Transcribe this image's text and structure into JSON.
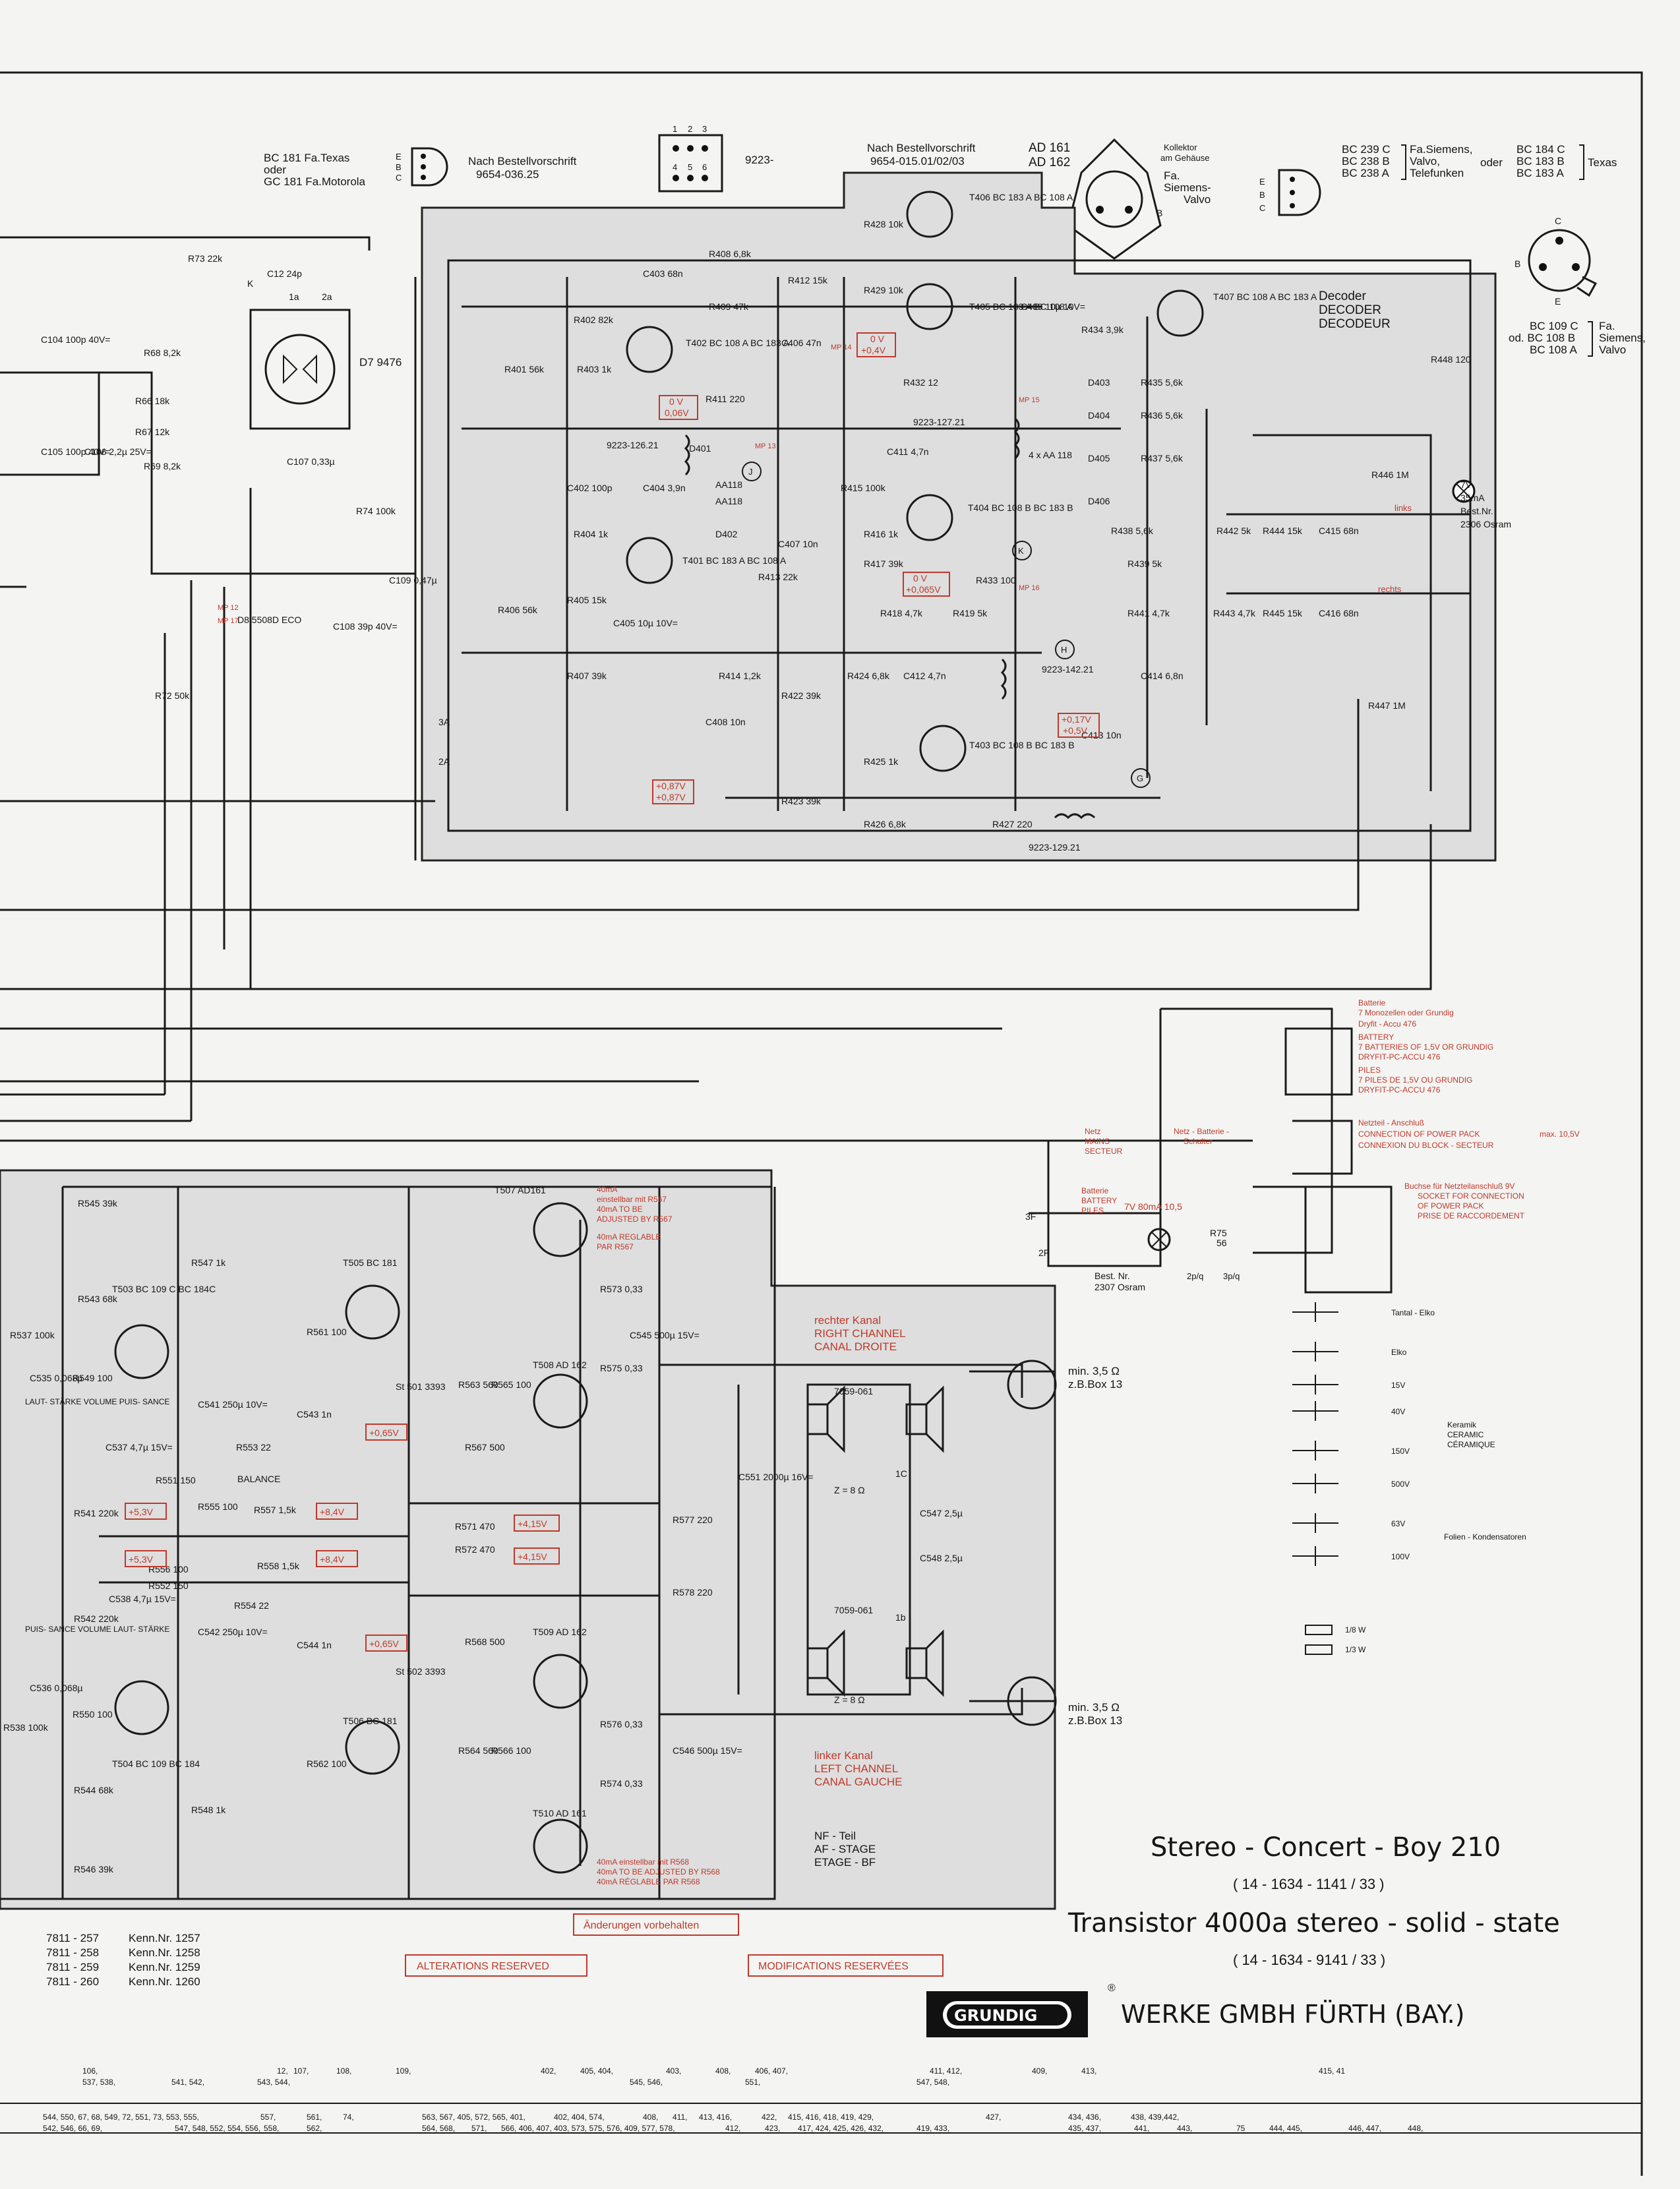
{
  "colors": {
    "paper": "#f4f4f2",
    "ink": "#151515",
    "shade": "#dedede",
    "annotation": "#c0392b",
    "lamp": "#ffffff"
  },
  "pinouts": {
    "bc181_line1": "BC 181 Fa.Texas",
    "bc181_line2": "oder",
    "bc181_line3": "GC 181 Fa.Motorola",
    "pins_ebc": [
      "E",
      "B",
      "C"
    ],
    "bestell_1": "Nach Bestellvorschrift",
    "bestell_1_num": "9654-036.25",
    "ic_pins": [
      "1",
      "2",
      "3",
      "4",
      "5",
      "6"
    ],
    "ic_label": "9223-",
    "bestell_2": "Nach Bestellvorschrift",
    "bestell_2_num": "9654-015.01/02/03",
    "ad161": "AD 161",
    "ad162": "AD 162",
    "kollektor": "Kollektor",
    "am_gehaeuse": "am Gehäuse",
    "fa_siemens": "Fa.",
    "siemens_valvo_1": "Siemens-",
    "siemens_valvo_2": "Valvo",
    "bc239c": "BC 239 C",
    "bc238b": "BC 238 B",
    "bc238a": "BC 238 A",
    "fa_siemens_2": "Fa.Siemens,",
    "valvo": "Valvo,",
    "telefunken": "Telefunken",
    "oder": "oder",
    "bc184c": "BC 184 C",
    "bc183b": "BC 183 B",
    "bc183a": "BC 183 A",
    "texas": "Texas",
    "bc109c": "BC 109 C",
    "bc108b": "od. BC 108 B",
    "bc108a": "BC 108 A",
    "fa_siemens_valvo": [
      "Fa.",
      "Siemens,",
      "Valvo"
    ]
  },
  "decoder": {
    "title_1": "Decoder",
    "title_2": "DECODER",
    "title_3": "DECODEUR",
    "coils": [
      "9223-126.21",
      "9223-127.21",
      "9223-142.21",
      "9223-129.21"
    ],
    "components": [
      "R428 10k",
      "T406 BC 183 A BC 108 A",
      "R408 6,8k",
      "C403 68n",
      "R412 15k",
      "R409 47k",
      "R402 82k",
      "T402 BC 108 A BC 183 A",
      "C406 47n",
      "R429 10k",
      "T405 BC 183 A BC 108 A",
      "C409 10µ 10V=",
      "R434 3,9k",
      "T407 BC 108 A BC 183 A",
      "R432 12",
      "R401 56k",
      "R403 1k",
      "R411 220",
      "D403",
      "R435 5,6k",
      "D404",
      "R436 5,6k",
      "4 x AA 118",
      "D405",
      "R437 5,6k",
      "D406",
      "R446 1M",
      "C402 100p",
      "C404 3,9n",
      "D401",
      "AA118",
      "AA118",
      "D402",
      "R415 100k",
      "C411 4,7n",
      "T404 BC 108 B BC 183 B",
      "R438 5,6k",
      "R439 5k",
      "R442 5k",
      "R444 15k",
      "C415 68n",
      "R404 1k",
      "T401 BC 183 A BC 108 A",
      "C407 10n",
      "R416 1k",
      "R417 39k",
      "R413 22k",
      "R433 100",
      "R441 4,7k",
      "R443 4,7k",
      "R445 15k",
      "C416 68n",
      "R406 56k",
      "R405 15k",
      "C405 10µ 10V=",
      "R418 4,7k",
      "R419 5k",
      "R448 120",
      "R447 1M",
      "R407 39k",
      "R414 1,2k",
      "R422 39k",
      "R424 6,8k",
      "C412 4,7n",
      "C414 6,8n",
      "C408 10n",
      "R425 1k",
      "T403 BC 108 B BC 183 B",
      "C413 10n",
      "R423 39k",
      "R426 6,8k",
      "R427 220"
    ],
    "mp_labels": [
      "MP 14",
      "MP 13",
      "MP 15",
      "MP 16",
      "MP 12"
    ],
    "test_points": [
      "J",
      "K",
      "H",
      "G"
    ],
    "voltages": [
      "0 V",
      "+0,4V",
      "0 V",
      "0,06V",
      "0 V",
      "+0,065V",
      "+0,17V",
      "+0,5V",
      "+0,87V",
      "+0,87V"
    ],
    "switch": [
      "3A",
      "2A"
    ],
    "lamp": [
      "7V",
      "35mA",
      "Best.Nr.",
      "2306 Osram"
    ],
    "links": "links",
    "rechts": "rechts"
  },
  "left_input": {
    "components": [
      "R73 22k",
      "C12 24p",
      "1a",
      "2a",
      "D7 9476",
      "C104 100p 40V=",
      "R68 8,2k",
      "R66 18k",
      "R67 12k",
      "R69 8,2k",
      "C105 100p 40V=",
      "C106 2,2µ 25V=",
      "C107 0,33µ",
      "R74 100k",
      "C109 0,47µ",
      "MP 17",
      "D8 5508D ECO",
      "C108 39p 40V=",
      "R72 50k"
    ],
    "k": "K"
  },
  "power": {
    "battery_de_1": "Batterie",
    "battery_de_2": "7 Monozellen oder Grundig",
    "battery_de_3": "Dryfit - Accu  476",
    "battery_en_1": "BATTERY",
    "battery_en_2": "7 BATTERIES OF 1,5V OR GRUNDIG",
    "battery_en_3": "DRYFIT-PC-ACCU 476",
    "battery_fr_1": "PILES",
    "battery_fr_2": "7 PILES DE 1,5V OU GRUNDIG",
    "battery_fr_3": "DRYFIT-PC-ACCU 476",
    "netzteil_1": "Netzteil - Anschluß",
    "netzteil_2": "CONNECTION OF POWER PACK",
    "netzteil_3": "CONNEXION DU BLOCK - SECTEUR",
    "max": "max. 10,5V",
    "netz": [
      "Netz",
      "MAINS",
      "SECTEUR"
    ],
    "netz_batterie": [
      "Netz - Batterie -",
      "Schalter"
    ],
    "battery_small": [
      "Batterie",
      "BATTERY",
      "PILES"
    ],
    "current": "7V  80mA  10,5",
    "r75": [
      "R75",
      "56"
    ],
    "switch_3f_2f": [
      "3F",
      "2F"
    ],
    "lamp2": [
      "Best. Nr.",
      "2307 Osram"
    ],
    "pq": [
      "2p/q",
      "3p/q"
    ],
    "buchse": [
      "Buchse für Netzteilanschluß 9V",
      "SOCKET FOR CONNECTION",
      "OF POWER PACK",
      "PRISE DE RACCORDEMENT"
    ]
  },
  "legend": {
    "items": [
      "Tantal - Elko",
      "Elko",
      "15V",
      "40V",
      "150V",
      "500V",
      "63V",
      "100V"
    ],
    "keramik": [
      "Keramik",
      "CERAMIC",
      "CÉRAMIQUE"
    ],
    "folien": "Folien - Kondensatoren",
    "wattage": [
      "1/8 W",
      "1/3 W"
    ]
  },
  "amp": {
    "right_channel": [
      "rechter Kanal",
      "RIGHT CHANNEL",
      "CANAL DROITE"
    ],
    "left_channel": [
      "linker Kanal",
      "LEFT CHANNEL",
      "CANAL GAUCHE"
    ],
    "nf_teil": [
      "NF - Teil",
      "AF - STAGE",
      "ETAGE - BF"
    ],
    "speaker_top": [
      "min. 3,5 Ω",
      "z.B.Box 13"
    ],
    "speaker_bottom": [
      "min. 3,5 Ω",
      "z.B.Box 13"
    ],
    "box1": [
      "7059-061",
      "Z = 8 Ω"
    ],
    "box2": [
      "7059-061",
      "Z = 8 Ω"
    ],
    "t507_note": [
      "40mA",
      "einstellbar mit R567",
      "40mA TO BE",
      "ADJUSTED BY R567",
      "40mA REGLABLE",
      "PAR R567"
    ],
    "t510_note": [
      "40mA einstellbar mit R568",
      "40mA TO BE ADJUSTED BY R568",
      "40mA RÉGLABLE PAR R568"
    ],
    "components": [
      "R545 39k",
      "R547 1k",
      "T503 BC 109 C BC 184C",
      "R543 68k",
      "R537 100k",
      "C535 0,068µ",
      "R549 100",
      "LAUT- STÄRKE VOLUME PUIS- SANCE",
      "C537 4,7µ 15V=",
      "C541 250µ 10V=",
      "R553 22",
      "BALANCE",
      "R551 150",
      "R555 100",
      "R557 1,5k",
      "R541 220k",
      "T505 BC 181",
      "R561 100",
      "C543 1n",
      "T507 AD161",
      "R573 0,33",
      "C545 500µ 15V=",
      "R563 560",
      "R565 100",
      "St 501 3393",
      "T508 AD 162",
      "R575 0,33",
      "R567 500",
      "R571 470",
      "R577 220",
      "C551 2000µ 16V=",
      "C547 2,5µ",
      "C548 2,5µ",
      "R558 1,5k",
      "R556 100",
      "R552 150",
      "C538 4,7µ 15V=",
      "R554 22",
      "R542 220k",
      "R572 470",
      "R578 220",
      "C542 250µ 10V=",
      "C544 1n",
      "R568 500",
      "St 502 3393",
      "T509 AD 162",
      "R576 0,33",
      "C536 0,068µ",
      "R550 100",
      "R538 100k",
      "T506 BC 181",
      "R562 100",
      "R564 560",
      "R566 100",
      "C546 500µ 15V=",
      "T504 BC 109 BC 184",
      "R544 68k",
      "R548 1k",
      "R574 0,33",
      "T510 AD 161",
      "R546 39k",
      "PUIS- SANCE VOLUME LAUT- STÄRKE",
      "1C",
      "1b"
    ],
    "voltages": [
      "+0,65V",
      "+5,3V",
      "+8,4V",
      "+4,15V",
      "+5,3V",
      "+8,4V",
      "+4,15V",
      "+0,65V"
    ]
  },
  "variants": [
    [
      "7811 - 257",
      "Kenn.Nr. 1257"
    ],
    [
      "7811 - 258",
      "Kenn.Nr. 1258"
    ],
    [
      "7811 - 259",
      "Kenn.Nr. 1259"
    ],
    [
      "7811 - 260",
      "Kenn.Nr. 1260"
    ]
  ],
  "notices": {
    "aenderungen": "Änderungen vorbehalten",
    "alterations": "ALTERATIONS RESERVED",
    "modifications": "MODIFICATIONS RESERVÉES"
  },
  "titles": {
    "model_1": "Stereo - Concert - Boy 210",
    "model_1_num": "( 14 - 1634 - 1141 / 33 )",
    "model_2": "Transistor 4000a stereo - solid - state",
    "model_2_num": "( 14 - 1634 - 9141 / 33 )",
    "logo": "GRUNDIG",
    "registered": "®",
    "company": "WERKE GMBH FÜRTH (BAY.)"
  },
  "bottom_index": {
    "row1": [
      "106,",
      "12,",
      "107,",
      "108,",
      "109,",
      "402,",
      "405, 404,",
      "403,",
      "408,",
      "406, 407,",
      "411, 412,",
      "409,",
      "413,",
      "415, 41"
    ],
    "row2": [
      "537, 538,",
      "541, 542,",
      "543, 544,",
      "545, 546,",
      "551,",
      "547, 548,"
    ],
    "row3": [
      "544, 550, 67, 68, 549, 72, 551, 73, 553, 555,",
      "557,",
      "561,",
      "74,",
      "563, 567, 405, 572, 565, 401,",
      "402, 404, 574,",
      "408,",
      "411,",
      "413, 416,",
      "422,",
      "415, 416, 418, 419, 429,",
      "427,",
      "434, 436,",
      "438, 439,",
      "442,"
    ],
    "row4": [
      "542, 546, 66, 69,",
      "547, 548, 552, 554, 556,",
      "558,",
      "562,",
      "564, 568,",
      "571,",
      "566, 406, 407, 403, 573, 575, 576, 409, 577, 578,",
      "412,",
      "423,",
      "417, 424, 425, 426, 432,",
      "419, 433,",
      "435, 437,",
      "441,",
      "443,",
      "75",
      "444, 445,",
      "446, 447,",
      "448,"
    ]
  }
}
